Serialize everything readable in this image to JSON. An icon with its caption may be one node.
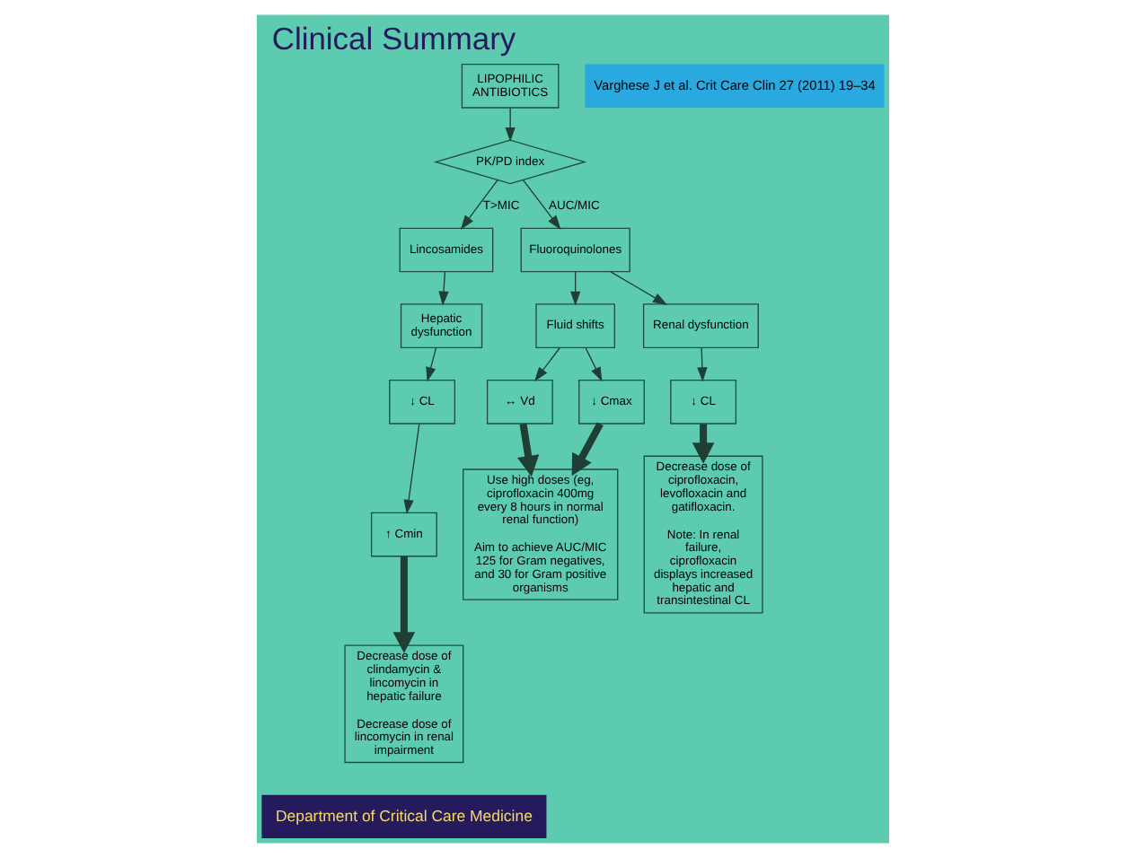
{
  "diagram": {
    "title": "Clinical Summary",
    "nodes": [
      {
        "text": [
          "LIPOPHILIC ANTIBIOTICS"
        ]
      },
      {
        "text": [
          "PK/PD index"
        ]
      },
      {
        "text": [
          "Lincosamides"
        ]
      },
      {
        "text": [
          "Fluoroquinolones"
        ]
      },
      {
        "text": [
          "Hepatic dysfunction"
        ]
      },
      {
        "text": [
          "Fluid shifts"
        ]
      },
      {
        "text": [
          "Renal dysfunction"
        ]
      },
      {
        "text": [
          "↓ CL"
        ]
      },
      {
        "text": [
          "↔ Vd"
        ]
      },
      {
        "text": [
          "↓ Cmax"
        ]
      },
      {
        "text": [
          "↓ CL"
        ]
      },
      {
        "text": [
          "↑ Cmin"
        ]
      },
      {
        "text": [
          "Decrease dose of clindamycin & lincomycin in hepatic failure",
          "Decrease dose of lincomycin in renal impairment"
        ]
      },
      {
        "text": [
          "Use high doses (eg, ciprofloxacin 400mg every 8 hours in normal renal function)",
          "Aim to achieve AUC/MIC 125 for Gram negatives, and 30 for Gram positive organisms"
        ]
      },
      {
        "text": [
          "Decrease dose of ciprofloxacin, levofloxacin and gatifloxacin.",
          "Note: In renal failure, ciprofloxacin displays increased hepatic and transintestinal CL"
        ]
      }
    ],
    "edges": [
      {
        "from": 0,
        "to": 1,
        "arrow": "to"
      },
      {
        "from": 1,
        "to": 2,
        "arrow": "to",
        "label": "T>MIC"
      },
      {
        "from": 1,
        "to": 3,
        "arrow": "to",
        "label": "AUC/MIC"
      },
      {
        "from": 2,
        "to": 4,
        "arrow": "to"
      },
      {
        "from": 3,
        "to": 5,
        "arrow": "to"
      },
      {
        "from": 3,
        "to": 6,
        "arrow": "to"
      },
      {
        "from": 4,
        "to": 7,
        "arrow": "to"
      },
      {
        "from": 5,
        "to": 8,
        "arrow": "to"
      },
      {
        "from": 5,
        "to": 9,
        "arrow": "to"
      },
      {
        "from": 6,
        "to": 10,
        "arrow": "to"
      },
      {
        "from": 7,
        "to": 11,
        "arrow": "to"
      },
      {
        "from": 11,
        "to": 12,
        "arrow": "to",
        "style": "thick"
      },
      {
        "from": 8,
        "to": 13,
        "arrow": "to",
        "style": "thick"
      },
      {
        "from": 9,
        "to": 13,
        "arrow": "to",
        "style": "thick"
      },
      {
        "from": 10,
        "to": 14,
        "arrow": "to",
        "style": "thick"
      }
    ],
    "labels": [
      "Varghese J et al. Crit Care Clin 27 (2011) 19–34",
      "Department of Critical Care Medicine"
    ]
  }
}
